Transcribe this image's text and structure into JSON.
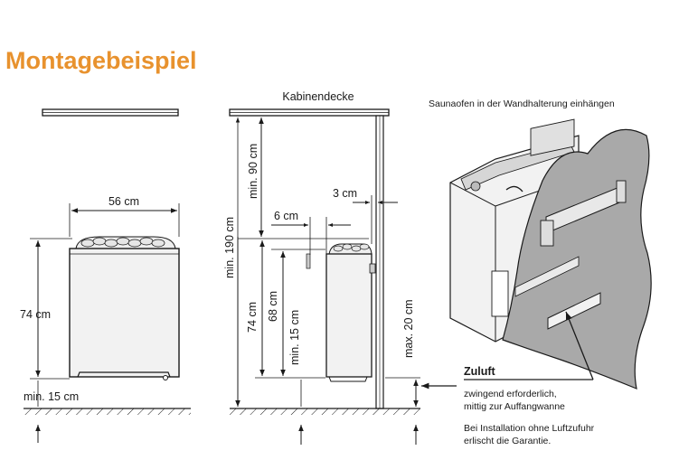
{
  "title": "Montagebeispiel",
  "labels": {
    "ceiling": "Kabinendecke",
    "mount_instruction": "Saunaofen in der Wandhalterung einhängen",
    "width_56": "56 cm",
    "height_74_left": "74 cm",
    "min15_left": "min. 15 cm",
    "min90": "min. 90 cm",
    "min190": "min. 190 cm",
    "dist_6": "6 cm",
    "dist_3": "3 cm",
    "height_74_side": "74 cm",
    "height_68": "68 cm",
    "min15_side": "min. 15 cm",
    "max20": "max. 20 cm",
    "zuluft": "Zuluft",
    "note_line1": "zwingend erforderlich,",
    "note_line2": "mittig zur Auffangwanne",
    "note_line3": "Bei Installation ohne Luftzufuhr",
    "note_line4": "erlischt die Garantie."
  },
  "colors": {
    "title": "#e8922e",
    "line": "#1a1a1a",
    "wall_panel": "#a9a9a9",
    "stove_body": "#f2f2f2"
  }
}
